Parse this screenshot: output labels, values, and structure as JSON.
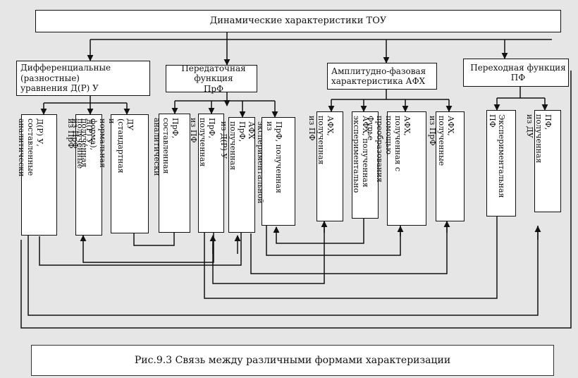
{
  "top_title": "Динамические характеристики ТОУ",
  "headers": {
    "du": "Дифференциальные (разностные)\nуравнения  Д(Р) У",
    "prf": "Передаточная функция\nПрФ",
    "afh": "Амплитудно-фазовая\nхарактеристика АФХ",
    "pf": "Переходная функция\nПФ"
  },
  "columns": [
    "Д(Р) У, составленные\nаналитически",
    "Д(Р) У, полученные из ПрФ",
    "ДУ (стандартная и нормальная\nформа), полученная из ПрФ",
    "ПрФ, составленная\nаналитически",
    "ПрФ, полученная из ПФ",
    "ПрФ, полученная из Д(Р) У",
    "ПрФ, полученная из\nэкспериментальной АФХ",
    "АФХ, полученная из ПФ",
    "АФХ, полученная\nэкспериментально",
    "АФХ, полученная с\nпомощью преобразования\nФурье",
    "АФХ, полученные из ПрФ",
    "Экспериментальная ПФ",
    "ПФ, полученная из ДУ"
  ],
  "caption": "Рис.9.3 Связь между различными формами характеризации"
}
